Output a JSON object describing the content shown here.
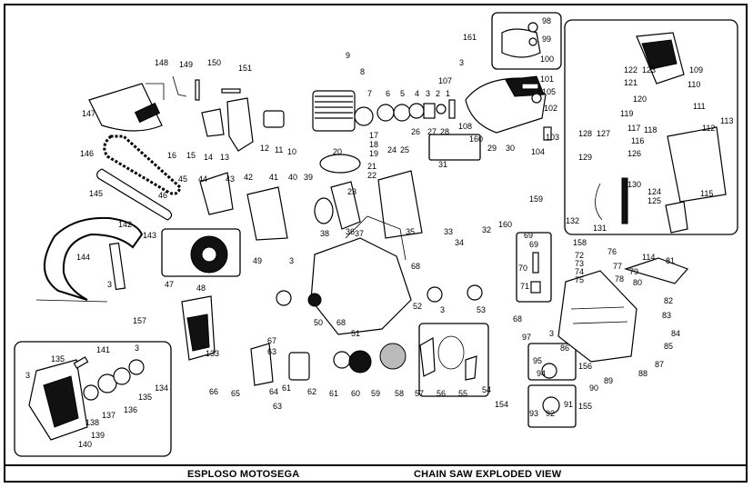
{
  "captions": {
    "left": "ESPLOSO MOTOSEGA",
    "right": "CHAIN SAW EXPLODED VIEW"
  },
  "callouts": [
    {
      "id": "c148",
      "label": "148"
    },
    {
      "id": "c149",
      "label": "149"
    },
    {
      "id": "c150",
      "label": "150"
    },
    {
      "id": "c151",
      "label": "151"
    },
    {
      "id": "c147",
      "label": "147"
    },
    {
      "id": "c146",
      "label": "146"
    },
    {
      "id": "c145",
      "label": "145"
    },
    {
      "id": "c144",
      "label": "144"
    },
    {
      "id": "c142",
      "label": "142"
    },
    {
      "id": "c143",
      "label": "143"
    },
    {
      "id": "c3a",
      "label": "3"
    },
    {
      "id": "c16",
      "label": "16"
    },
    {
      "id": "c15",
      "label": "15"
    },
    {
      "id": "c14",
      "label": "14"
    },
    {
      "id": "c13",
      "label": "13"
    },
    {
      "id": "c12",
      "label": "12"
    },
    {
      "id": "c11",
      "label": "11"
    },
    {
      "id": "c10",
      "label": "10"
    },
    {
      "id": "c9",
      "label": "9"
    },
    {
      "id": "c8",
      "label": "8"
    },
    {
      "id": "c7",
      "label": "7"
    },
    {
      "id": "c6",
      "label": "6"
    },
    {
      "id": "c5",
      "label": "5"
    },
    {
      "id": "c4",
      "label": "4"
    },
    {
      "id": "c3b",
      "label": "3"
    },
    {
      "id": "c2",
      "label": "2"
    },
    {
      "id": "c1",
      "label": "1"
    },
    {
      "id": "c107",
      "label": "107"
    },
    {
      "id": "c108",
      "label": "108"
    },
    {
      "id": "c101",
      "label": "101"
    },
    {
      "id": "c105",
      "label": "105"
    },
    {
      "id": "c102",
      "label": "102"
    },
    {
      "id": "c103",
      "label": "103"
    },
    {
      "id": "c104",
      "label": "104"
    },
    {
      "id": "c161",
      "label": "161"
    },
    {
      "id": "c98",
      "label": "98"
    },
    {
      "id": "c99",
      "label": "99"
    },
    {
      "id": "c100",
      "label": "100"
    },
    {
      "id": "c3c",
      "label": "3"
    },
    {
      "id": "c17",
      "label": "17"
    },
    {
      "id": "c18",
      "label": "18"
    },
    {
      "id": "c19",
      "label": "19"
    },
    {
      "id": "c20",
      "label": "20"
    },
    {
      "id": "c21",
      "label": "21"
    },
    {
      "id": "c22",
      "label": "22"
    },
    {
      "id": "c23",
      "label": "23"
    },
    {
      "id": "c24",
      "label": "24"
    },
    {
      "id": "c25",
      "label": "25"
    },
    {
      "id": "c26",
      "label": "26"
    },
    {
      "id": "c27",
      "label": "27"
    },
    {
      "id": "c28",
      "label": "28"
    },
    {
      "id": "c29",
      "label": "29"
    },
    {
      "id": "c30",
      "label": "30"
    },
    {
      "id": "c31",
      "label": "31"
    },
    {
      "id": "c160a",
      "label": "160"
    },
    {
      "id": "c160b",
      "label": "160"
    },
    {
      "id": "c45",
      "label": "45"
    },
    {
      "id": "c44",
      "label": "44"
    },
    {
      "id": "c43",
      "label": "43"
    },
    {
      "id": "c42",
      "label": "42"
    },
    {
      "id": "c41",
      "label": "41"
    },
    {
      "id": "c40",
      "label": "40"
    },
    {
      "id": "c39",
      "label": "39"
    },
    {
      "id": "c38",
      "label": "38"
    },
    {
      "id": "c37",
      "label": "37"
    },
    {
      "id": "c36",
      "label": "36"
    },
    {
      "id": "c35",
      "label": "35"
    },
    {
      "id": "c34",
      "label": "34"
    },
    {
      "id": "c33",
      "label": "33"
    },
    {
      "id": "c32",
      "label": "32"
    },
    {
      "id": "c46",
      "label": "46"
    },
    {
      "id": "c47",
      "label": "47"
    },
    {
      "id": "c48",
      "label": "48"
    },
    {
      "id": "c49",
      "label": "49"
    },
    {
      "id": "c3d",
      "label": "3"
    },
    {
      "id": "c50",
      "label": "50"
    },
    {
      "id": "c68a",
      "label": "68"
    },
    {
      "id": "c51",
      "label": "51"
    },
    {
      "id": "c52",
      "label": "52"
    },
    {
      "id": "c3e",
      "label": "3"
    },
    {
      "id": "c53",
      "label": "53"
    },
    {
      "id": "c68b",
      "label": "68"
    },
    {
      "id": "c69a",
      "label": "69"
    },
    {
      "id": "c69b",
      "label": "69"
    },
    {
      "id": "c70",
      "label": "70"
    },
    {
      "id": "c71",
      "label": "71"
    },
    {
      "id": "c158",
      "label": "158"
    },
    {
      "id": "c72",
      "label": "72"
    },
    {
      "id": "c73",
      "label": "73"
    },
    {
      "id": "c74",
      "label": "74"
    },
    {
      "id": "c75",
      "label": "75"
    },
    {
      "id": "c76",
      "label": "76"
    },
    {
      "id": "c77",
      "label": "77"
    },
    {
      "id": "c78",
      "label": "78"
    },
    {
      "id": "c114",
      "label": "114"
    },
    {
      "id": "c81",
      "label": "81"
    },
    {
      "id": "c79",
      "label": "79"
    },
    {
      "id": "c80",
      "label": "80"
    },
    {
      "id": "c82",
      "label": "82"
    },
    {
      "id": "c83",
      "label": "83"
    },
    {
      "id": "c84",
      "label": "84"
    },
    {
      "id": "c85",
      "label": "85"
    },
    {
      "id": "c87",
      "label": "87"
    },
    {
      "id": "c88",
      "label": "88"
    },
    {
      "id": "c89",
      "label": "89"
    },
    {
      "id": "c90",
      "label": "90"
    },
    {
      "id": "c68c",
      "label": "68"
    },
    {
      "id": "c97",
      "label": "97"
    },
    {
      "id": "c3f",
      "label": "3"
    },
    {
      "id": "c86",
      "label": "86"
    },
    {
      "id": "c95",
      "label": "95"
    },
    {
      "id": "c94",
      "label": "94"
    },
    {
      "id": "c156",
      "label": "156"
    },
    {
      "id": "c155",
      "label": "155"
    },
    {
      "id": "c93",
      "label": "93"
    },
    {
      "id": "c92",
      "label": "92"
    },
    {
      "id": "c91",
      "label": "91"
    },
    {
      "id": "c157",
      "label": "157"
    },
    {
      "id": "c141",
      "label": "141"
    },
    {
      "id": "c3g",
      "label": "3"
    },
    {
      "id": "c135a",
      "label": "135"
    },
    {
      "id": "c3h",
      "label": "3"
    },
    {
      "id": "c134",
      "label": "134"
    },
    {
      "id": "c135b",
      "label": "135"
    },
    {
      "id": "c136",
      "label": "136"
    },
    {
      "id": "c137",
      "label": "137"
    },
    {
      "id": "c138",
      "label": "138"
    },
    {
      "id": "c139",
      "label": "139"
    },
    {
      "id": "c140",
      "label": "140"
    },
    {
      "id": "c133",
      "label": "133"
    },
    {
      "id": "c67",
      "label": "67"
    },
    {
      "id": "c63a",
      "label": "63"
    },
    {
      "id": "c66",
      "label": "66"
    },
    {
      "id": "c65",
      "label": "65"
    },
    {
      "id": "c64",
      "label": "64"
    },
    {
      "id": "c61a",
      "label": "61"
    },
    {
      "id": "c63b",
      "label": "63"
    },
    {
      "id": "c62",
      "label": "62"
    },
    {
      "id": "c61b",
      "label": "61"
    },
    {
      "id": "c60",
      "label": "60"
    },
    {
      "id": "c59",
      "label": "59"
    },
    {
      "id": "c58",
      "label": "58"
    },
    {
      "id": "c57",
      "label": "57"
    },
    {
      "id": "c56",
      "label": "56"
    },
    {
      "id": "c55",
      "label": "55"
    },
    {
      "id": "c54",
      "label": "54"
    },
    {
      "id": "c154",
      "label": "154"
    },
    {
      "id": "c109",
      "label": "109"
    },
    {
      "id": "c122",
      "label": "122"
    },
    {
      "id": "c123",
      "label": "123"
    },
    {
      "id": "c121",
      "label": "121"
    },
    {
      "id": "c110",
      "label": "110"
    },
    {
      "id": "c120",
      "label": "120"
    },
    {
      "id": "c119",
      "label": "119"
    },
    {
      "id": "c111",
      "label": "111"
    },
    {
      "id": "c113",
      "label": "113"
    },
    {
      "id": "c112",
      "label": "112"
    },
    {
      "id": "c117",
      "label": "117"
    },
    {
      "id": "c118",
      "label": "118"
    },
    {
      "id": "c128",
      "label": "128"
    },
    {
      "id": "c127",
      "label": "127"
    },
    {
      "id": "c116",
      "label": "116"
    },
    {
      "id": "c126",
      "label": "126"
    },
    {
      "id": "c129",
      "label": "129"
    },
    {
      "id": "c130",
      "label": "130"
    },
    {
      "id": "c124",
      "label": "124"
    },
    {
      "id": "c125",
      "label": "125"
    },
    {
      "id": "c115",
      "label": "115"
    },
    {
      "id": "c159",
      "label": "159"
    },
    {
      "id": "c132",
      "label": "132"
    },
    {
      "id": "c131",
      "label": "131"
    }
  ]
}
